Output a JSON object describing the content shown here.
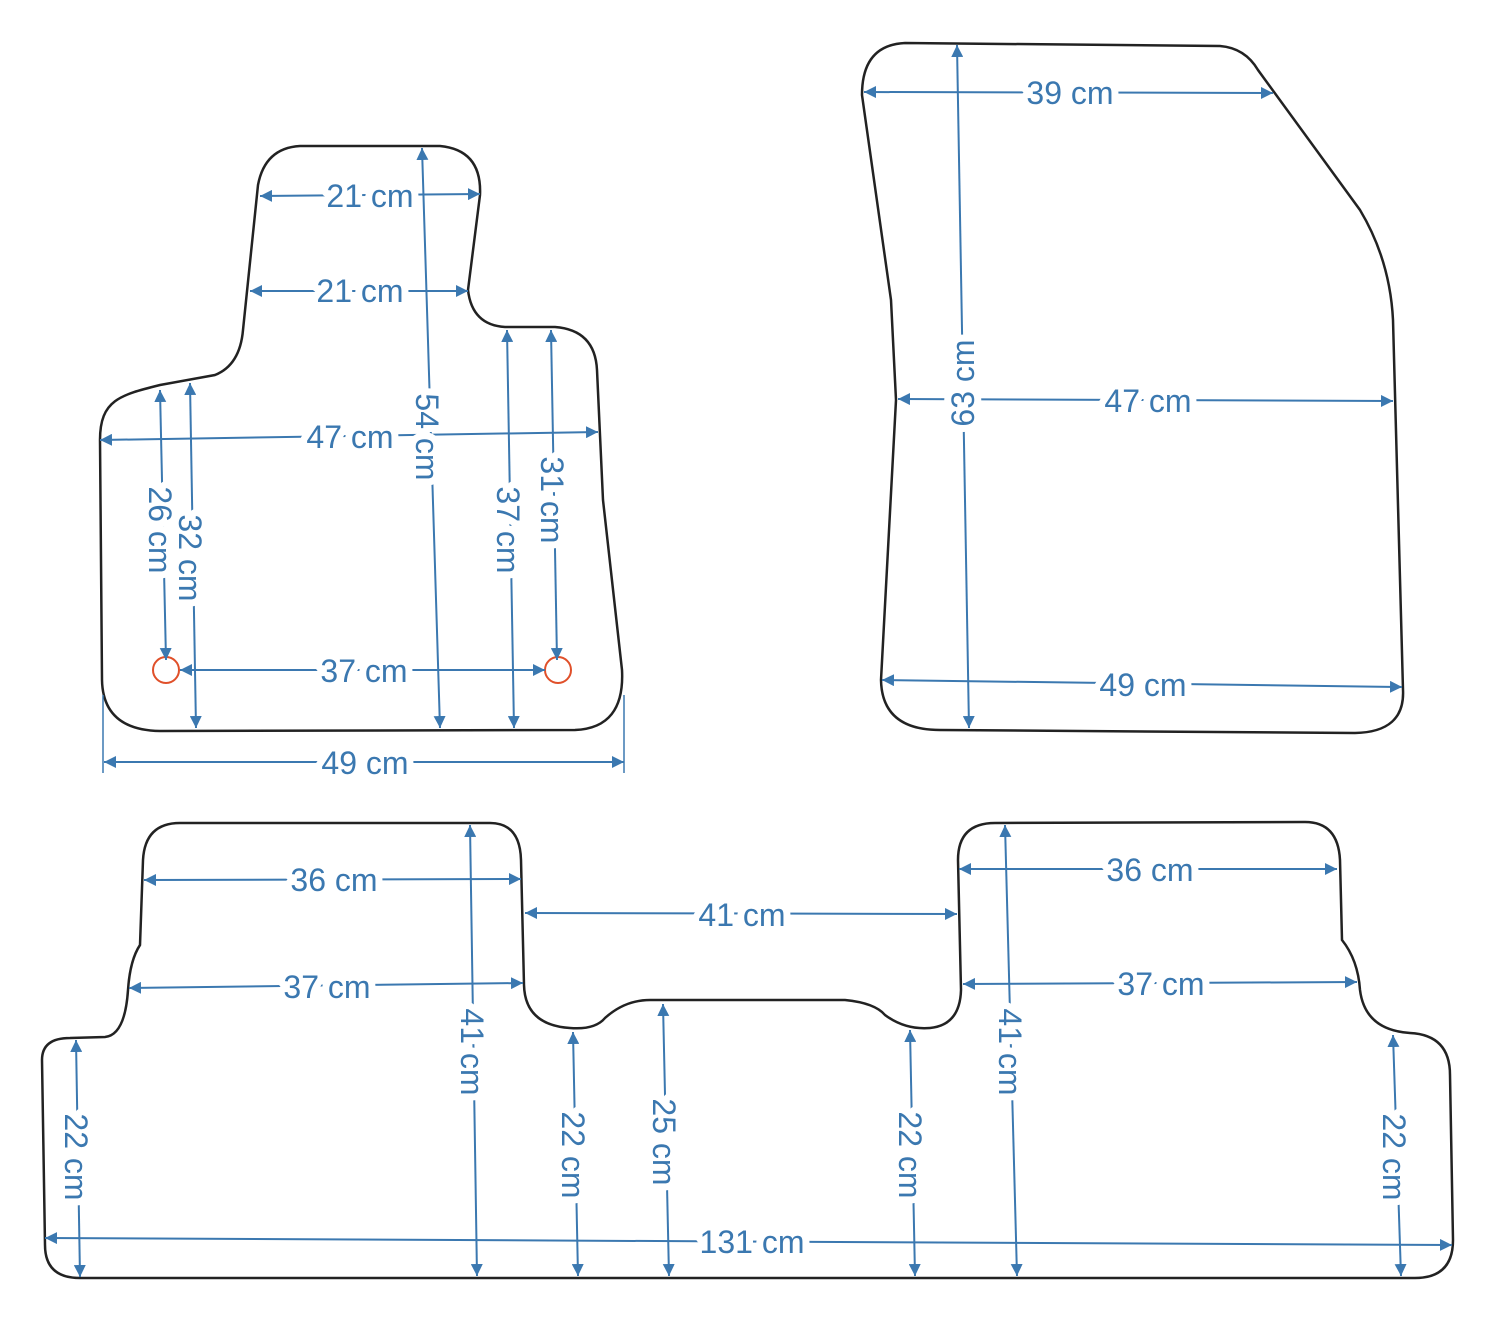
{
  "colors": {
    "dimension": "#3b78b0",
    "outline": "#222222",
    "hole": "#e0502a"
  },
  "driver_mat": {
    "top_width": "21 cm",
    "mid_width": "21 cm",
    "width_47": "47 cm",
    "hole_spacing": "37 cm",
    "bottom_width": "49 cm",
    "length": "54 cm",
    "left_hole_height": "26 cm",
    "left_height": "32 cm",
    "right_height": "37 cm",
    "right_hole_height": "31 cm"
  },
  "passenger_mat": {
    "top_width": "39 cm",
    "mid_width": "47 cm",
    "bottom_width": "49 cm",
    "length": "63 cm"
  },
  "rear_mat": {
    "left_top_width": "36 cm",
    "left_mid_width": "37 cm",
    "center_gap": "41 cm",
    "right_top_width": "36 cm",
    "right_mid_width": "37 cm",
    "total_width": "131 cm",
    "left_height": "41 cm",
    "right_height": "41 cm",
    "left_edge_height": "22 cm",
    "center_left_height": "22 cm",
    "center_height": "25 cm",
    "center_right_height": "22 cm",
    "right_edge_height": "22 cm"
  }
}
